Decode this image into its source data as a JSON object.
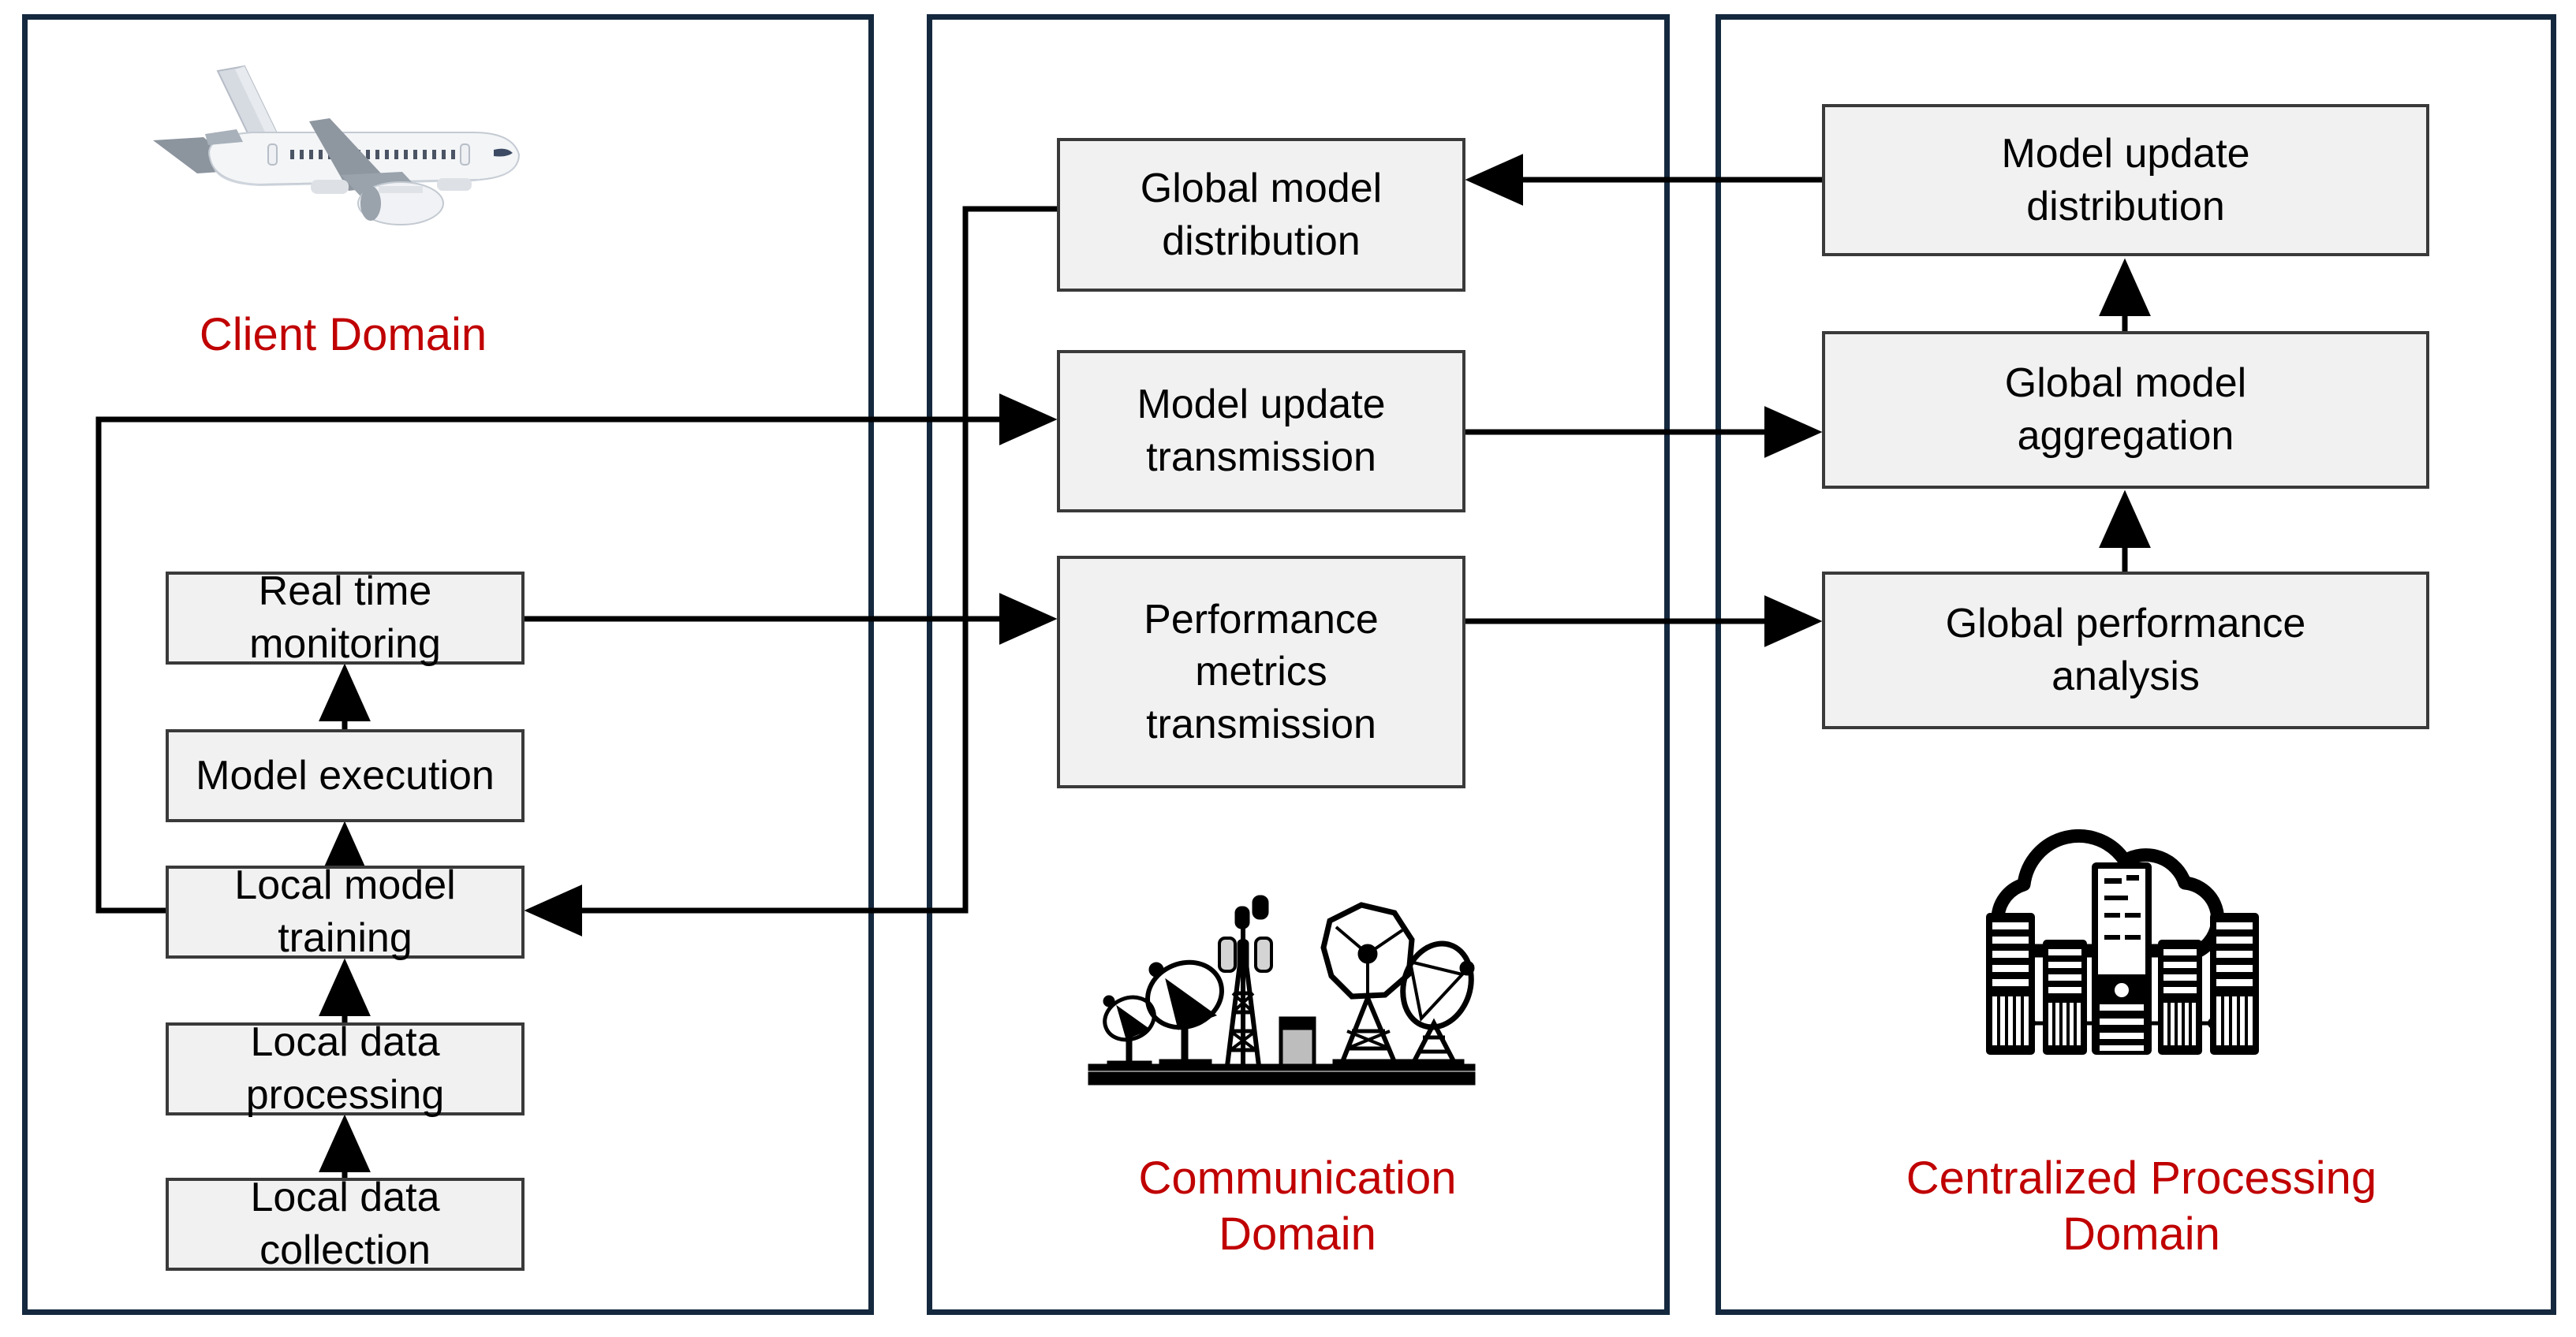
{
  "figure": {
    "title": "Federated learning architecture across client, communication and centralized processing domains",
    "accent_red": "#c00000",
    "panel_border": "#15293e",
    "node_fill": "#f1f1f1",
    "node_border": "#3a3a3a",
    "background": "#ffffff"
  },
  "panels": [
    {
      "id": "client",
      "caption": "Client Domain",
      "icon": "airplane-icon"
    },
    {
      "id": "comm",
      "caption": "Communication\nDomain",
      "icon": "antenna-array-icon"
    },
    {
      "id": "central",
      "caption": "Centralized Processing\nDomain",
      "icon": "cloud-servers-icon"
    }
  ],
  "client_domain": {
    "caption": "Client Domain",
    "nodes": [
      {
        "id": "real-time-monitoring",
        "label": "Real time monitoring"
      },
      {
        "id": "model-execution",
        "label": "Model execution"
      },
      {
        "id": "local-model-training",
        "label": "Local model training"
      },
      {
        "id": "local-data-processing",
        "label": "Local data processing"
      },
      {
        "id": "local-data-collection",
        "label": "Local data collection"
      }
    ]
  },
  "communication_domain": {
    "caption": "Communication\nDomain",
    "nodes": [
      {
        "id": "global-model-distribution",
        "label": "Global model\ndistribution"
      },
      {
        "id": "model-update-transmission",
        "label": "Model update\ntransmission"
      },
      {
        "id": "performance-metrics-transmission",
        "label": "Performance\nmetrics\ntransmission"
      }
    ]
  },
  "centralized_processing_domain": {
    "caption": "Centralized Processing\nDomain",
    "nodes": [
      {
        "id": "model-update-distribution",
        "label": "Model update\ndistribution"
      },
      {
        "id": "global-model-aggregation",
        "label": "Global model\naggregation"
      },
      {
        "id": "global-performance-analysis",
        "label": "Global performance\nanalysis"
      }
    ]
  },
  "connections": [
    {
      "from": "local-data-collection",
      "to": "local-data-processing",
      "kind": "arrow-up"
    },
    {
      "from": "local-data-processing",
      "to": "local-model-training",
      "kind": "arrow-up"
    },
    {
      "from": "local-model-training",
      "to": "model-execution",
      "kind": "arrow-up"
    },
    {
      "from": "model-execution",
      "to": "real-time-monitoring",
      "kind": "arrow-up"
    },
    {
      "from": "local-model-training",
      "to": "model-update-transmission",
      "kind": "elbow-left-up-right"
    },
    {
      "from": "real-time-monitoring",
      "to": "performance-metrics-transmission",
      "kind": "arrow-right"
    },
    {
      "from": "model-update-transmission",
      "to": "global-model-aggregation",
      "kind": "arrow-right"
    },
    {
      "from": "performance-metrics-transmission",
      "to": "global-performance-analysis",
      "kind": "arrow-right"
    },
    {
      "from": "global-performance-analysis",
      "to": "global-model-aggregation",
      "kind": "arrow-up"
    },
    {
      "from": "global-model-aggregation",
      "to": "model-update-distribution",
      "kind": "arrow-up"
    },
    {
      "from": "model-update-distribution",
      "to": "global-model-distribution",
      "kind": "arrow-left"
    },
    {
      "from": "global-model-distribution",
      "to": "local-model-training",
      "kind": "elbow-left-down-left"
    }
  ]
}
